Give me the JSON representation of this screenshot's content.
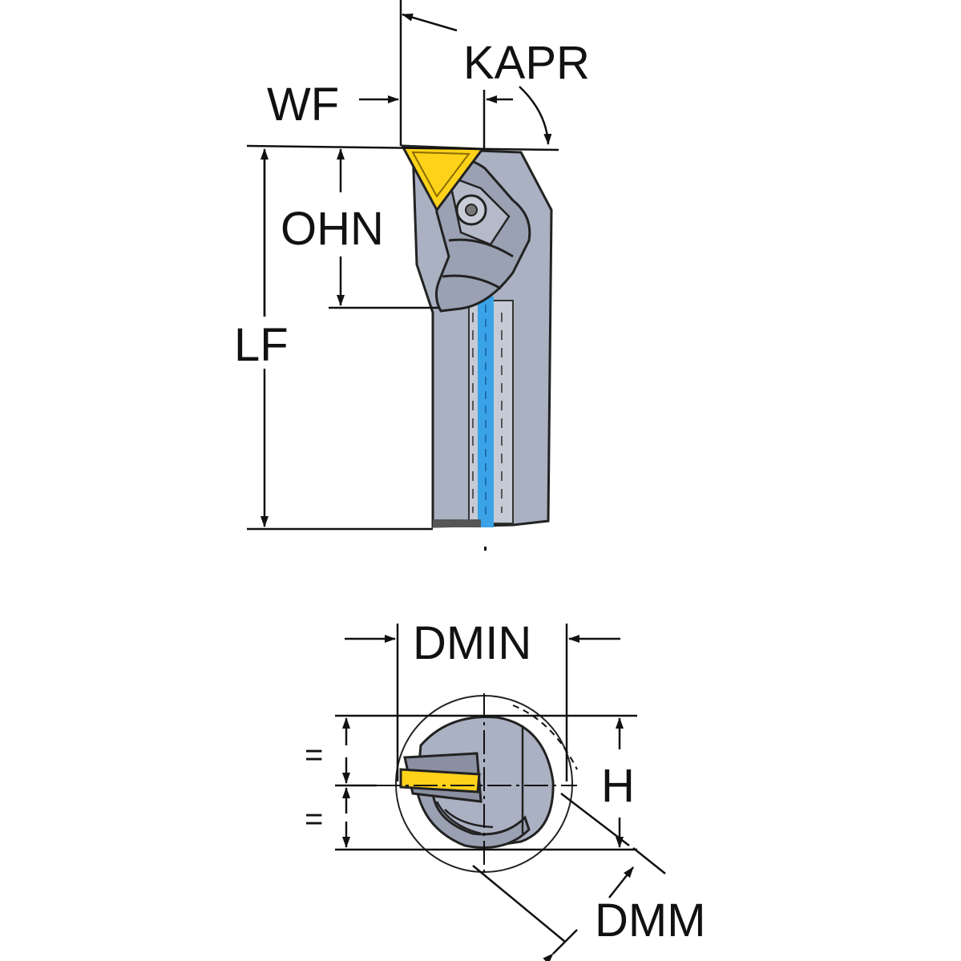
{
  "labels": {
    "kapr": "KAPR",
    "wf": "WF",
    "ohn": "OHN",
    "lf": "LF",
    "dmin": "DMIN",
    "h": "H",
    "dmm": "DMM",
    "equal_upper": "=",
    "equal_lower": "="
  },
  "colors": {
    "body": "#aab1c2",
    "body_dark": "#8a90a2",
    "insert": "#ffd21a",
    "coolant": "#3aa3e8",
    "dimension": "#111111"
  }
}
